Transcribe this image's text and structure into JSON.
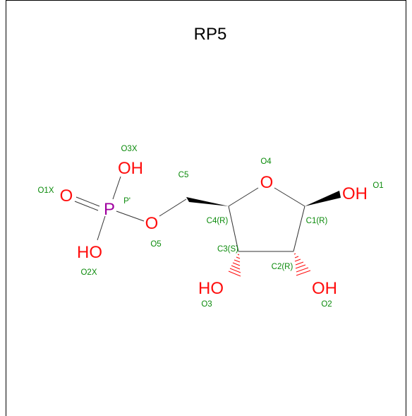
{
  "title": "RP5",
  "colors": {
    "oxygen": "#ff0d0d",
    "phosphorus": "#a000a0",
    "label": "#0a8a0a",
    "bond": "#333333",
    "background": "#ffffff",
    "border": "#000000"
  },
  "atoms": {
    "o1x": "O",
    "o3x": "OH",
    "p": "P",
    "o2x": "HO",
    "o5": "O",
    "o4": "O",
    "o1": "OH",
    "o3": "HO",
    "o2": "OH"
  },
  "labels": {
    "o3x": "O3X",
    "o1x": "O1X",
    "p": "P'",
    "o2x": "O2X",
    "o5": "O5",
    "c5": "C5",
    "o4": "O4",
    "o1": "O1",
    "c4": "C4(R)",
    "c1": "C1(R)",
    "c3": "C3(S)",
    "c2": "C2(R)",
    "o3": "O3",
    "o2": "O2"
  }
}
